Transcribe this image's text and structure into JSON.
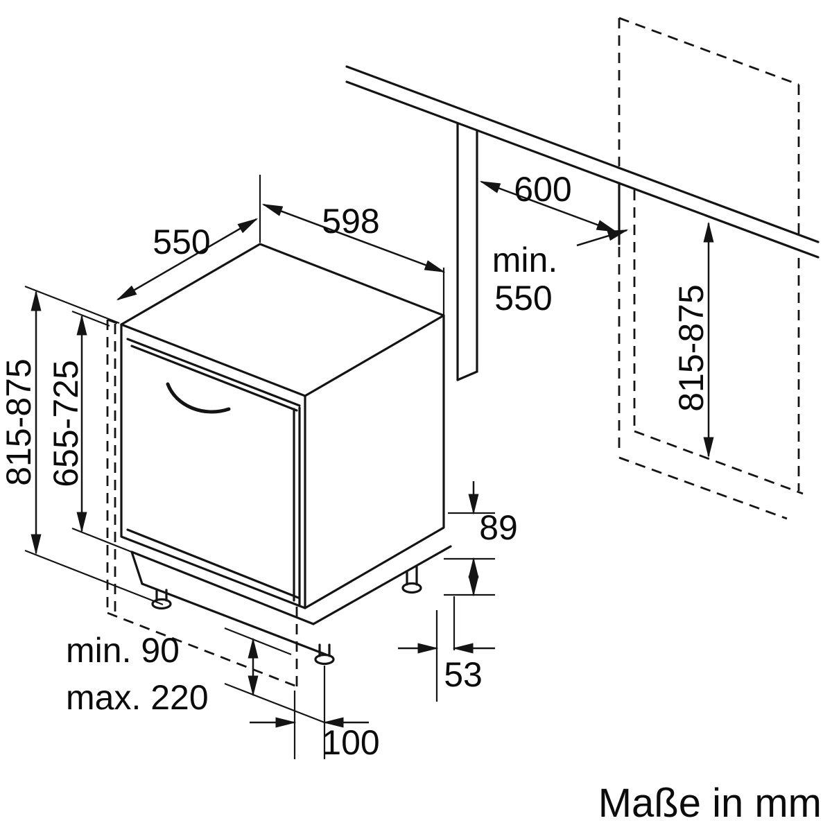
{
  "diagram": {
    "appliance": {
      "depth": "550",
      "width": "598",
      "height": "815-875",
      "door_panel_height": "655-725",
      "plinth_clearance_min": "min. 90",
      "plinth_clearance_max": "max. 220",
      "front_foot_inset": "100",
      "base_height": "89",
      "rear_foot_inset": "53"
    },
    "niche": {
      "width": "600",
      "depth_min_word": "min.",
      "depth_min_value": "550",
      "height": "815-875"
    },
    "caption": "Maße in mm"
  }
}
